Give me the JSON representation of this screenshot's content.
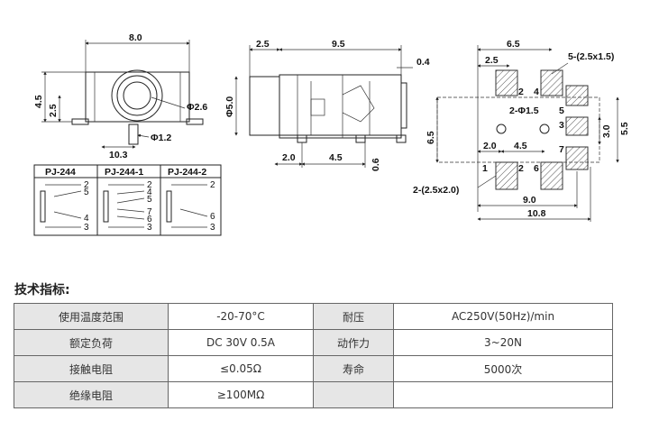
{
  "drawing": {
    "front": {
      "width": "8.0",
      "height": "4.5",
      "half_height": "2.5",
      "hole_dia": "Φ2.6",
      "pin_dia": "Φ1.2",
      "pin_offset": "10.3"
    },
    "side": {
      "a": "2.5",
      "b": "9.5",
      "c": "0.4",
      "dia": "Φ5.0",
      "d": "2.0",
      "e": "4.5",
      "f": "0.6"
    },
    "pcb": {
      "a": "6.5",
      "b": "2.5",
      "pads_big": "5-(2.5x1.5)",
      "holes": "2-Φ1.5",
      "h1": "6.5",
      "h2": "5.5",
      "h3": "3.0",
      "c": "2.0",
      "d": "4.5",
      "pads_small": "2-(2.5x2.0)",
      "e": "9.0",
      "f": "10.8",
      "pin_labels": [
        "2",
        "4",
        "3",
        "5",
        "7",
        "2",
        "6",
        "1"
      ]
    },
    "schematics": [
      {
        "title": "PJ-244",
        "pins": [
          "2",
          "5",
          "4",
          "3"
        ]
      },
      {
        "title": "PJ-244-1",
        "pins": [
          "2",
          "4",
          "5",
          "7",
          "6",
          "3"
        ]
      },
      {
        "title": "PJ-244-2",
        "pins": [
          "2",
          "6",
          "3"
        ]
      }
    ]
  },
  "specs_title": "技术指标:",
  "specs": {
    "r1": {
      "k1": "使用温度范围",
      "v1": "-20-70°C",
      "k2": "耐压",
      "v2": "AC250V(50Hz)/min"
    },
    "r2": {
      "k1": "额定负荷",
      "v1": "DC 30V 0.5A",
      "k2": "动作力",
      "v2": "3~20N"
    },
    "r3": {
      "k1": "接触电阻",
      "v1": "≤0.05Ω",
      "k2": "寿命",
      "v2": "5000次"
    },
    "r4": {
      "k1": "绝缘电阻",
      "v1": "≥100MΩ",
      "k2": "",
      "v2": ""
    }
  }
}
